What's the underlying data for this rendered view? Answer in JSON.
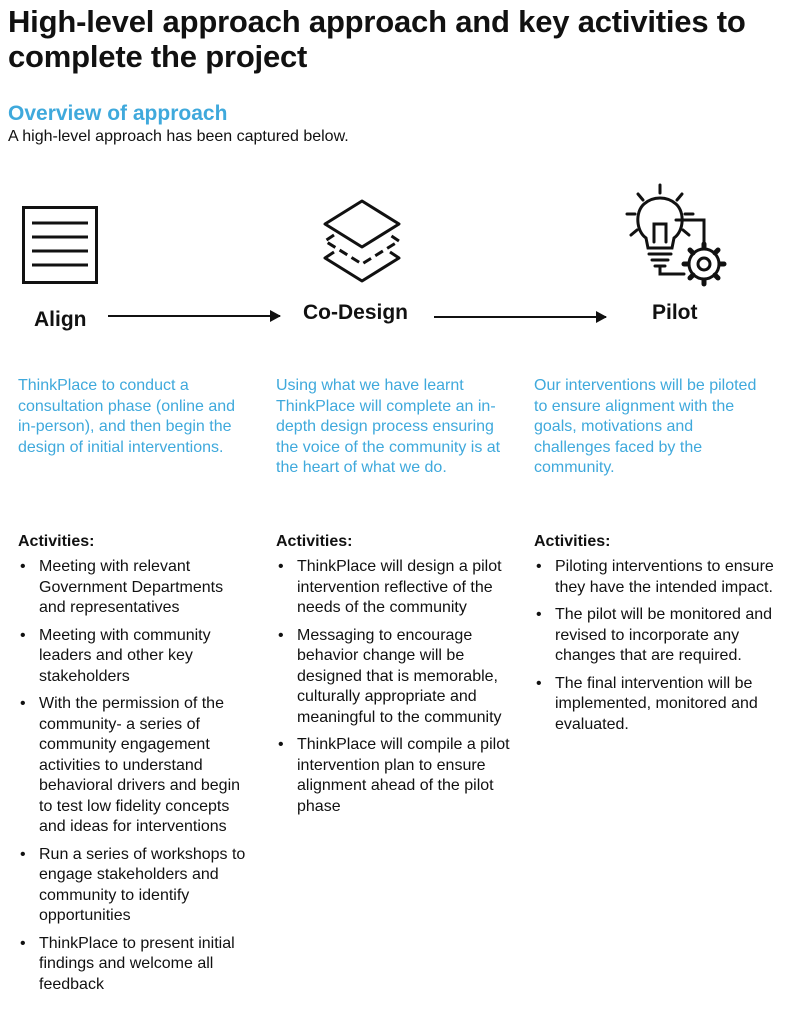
{
  "header": {
    "title": "High-level approach approach and key activities to complete the project",
    "subtitle": "Overview of approach",
    "intro": "A high-level approach has been captured below."
  },
  "stages": [
    {
      "label": "Align",
      "icon": "document-lines-icon",
      "description": "ThinkPlace to conduct a consultation phase (online and in-person), and then begin the design of initial interventions.",
      "activities_title": "Activities:",
      "activities": [
        "Meeting with relevant Government Departments and representatives",
        "Meeting with community leaders and other key stakeholders",
        "With the permission of the community- a series of community engagement activities to understand behavioral drivers and begin to test low fidelity concepts and ideas for interventions",
        "Run a series of workshops to engage stakeholders and community to identify opportunities",
        "ThinkPlace to present initial findings and welcome all feedback"
      ]
    },
    {
      "label": "Co-Design",
      "icon": "layers-icon",
      "description": "Using what we have learnt ThinkPlace will complete an in-depth design process ensuring the voice of the community is at the heart of what we do.",
      "activities_title": "Activities:",
      "activities": [
        "ThinkPlace will design a pilot intervention reflective of the needs of the community",
        "Messaging to encourage behavior change will be designed that is  memorable, culturally appropriate and meaningful to the community",
        "ThinkPlace will compile a pilot intervention plan to ensure alignment ahead of the pilot phase"
      ]
    },
    {
      "label": "Pilot",
      "icon": "lightbulb-gear-icon",
      "description": "Our interventions will be piloted to ensure alignment with the goals, motivations and challenges faced by the community.",
      "activities_title": "Activities:",
      "activities": [
        "Piloting interventions to ensure they have the intended impact.",
        "The pilot will be monitored and revised to incorporate any changes that are required.",
        "The final intervention will be implemented, monitored and evaluated."
      ]
    }
  ],
  "colors": {
    "accent": "#3fa9dc",
    "text": "#111111"
  }
}
